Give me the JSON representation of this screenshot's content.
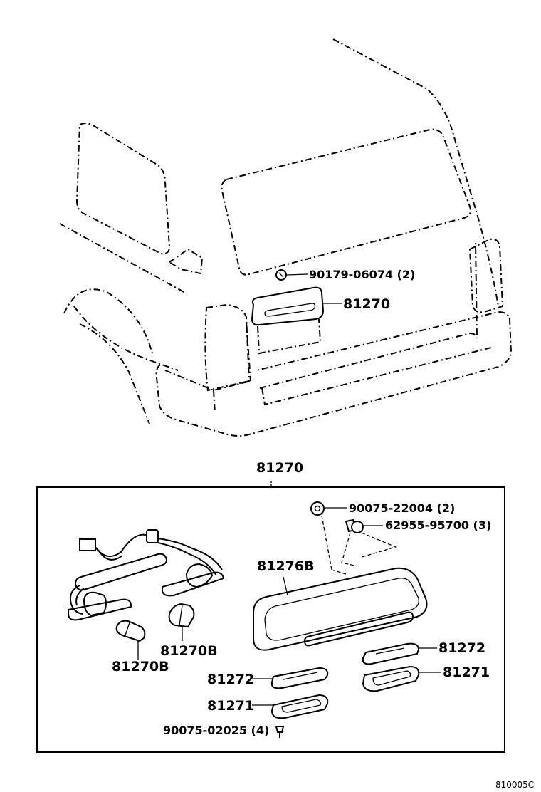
{
  "top_labels": {
    "screw_label": "90179-06074 (2)",
    "lamp_label": "81270"
  },
  "detail": {
    "title": "81270",
    "labels": {
      "nut": "90075-22004 (2)",
      "clip": "62955-95700 (3)",
      "lens": "81276B",
      "bulb_left": "81270B",
      "bulb_right": "81270B",
      "gasket_right": "81272",
      "gasket_left": "81272",
      "lens_right": "81271",
      "lens_left": "81271",
      "screw": "90075-02025 (4)"
    }
  },
  "figure_code": "810005C"
}
